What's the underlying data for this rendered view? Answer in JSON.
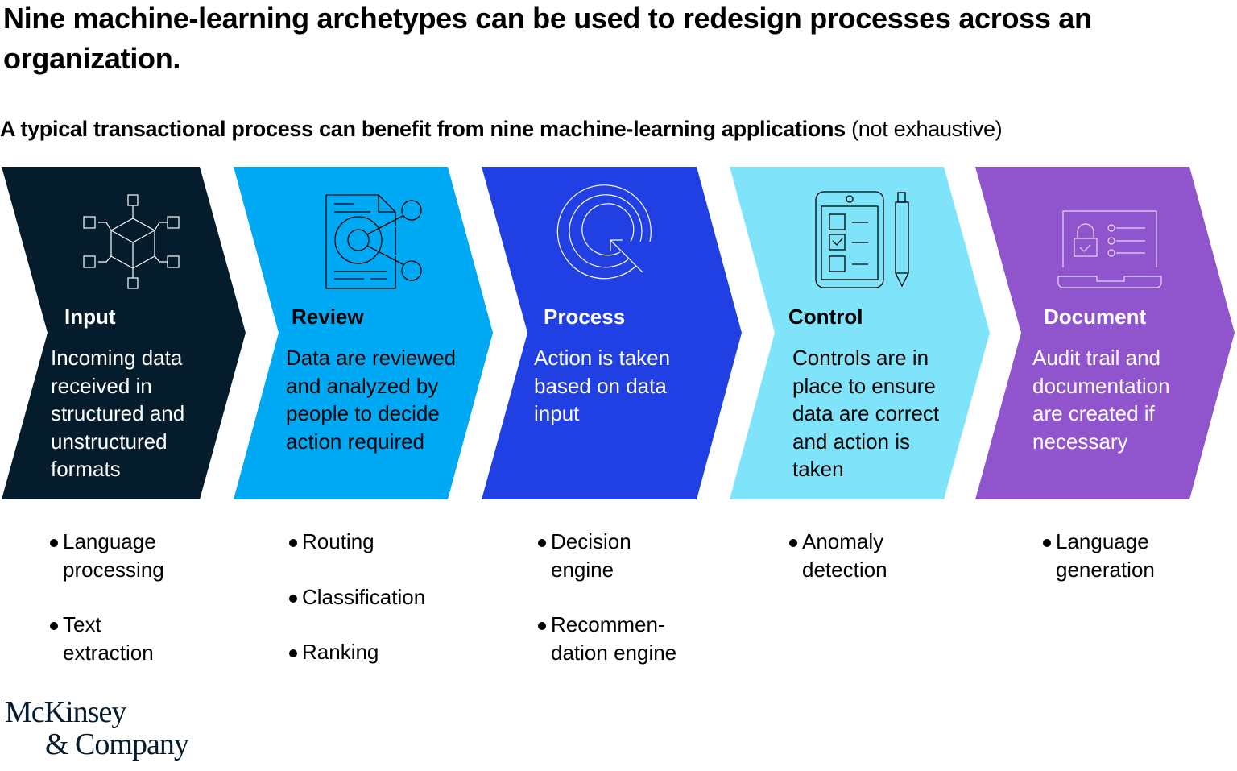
{
  "header": {
    "title": "Nine machine-learning archetypes can be used to redesign processes across an organization.",
    "subtitle_bold": "A typical transactional process can benefit from nine machine-learning applications",
    "subtitle_note": "(not exhaustive)"
  },
  "stages": [
    {
      "title": "Input",
      "description": "Incoming data received in structured and unstructured formats",
      "color": "#051c2c",
      "text_color": "#ffffff",
      "icon": "data-cube-network-icon",
      "applications": [
        "Language processing",
        "Text extraction"
      ]
    },
    {
      "title": "Review",
      "description": "Data are reviewed and analyzed by people to decide action required",
      "color": "#00a9f4",
      "text_color": "#000000",
      "icon": "document-analysis-icon",
      "applications": [
        "Routing",
        "Classification",
        "Ranking"
      ]
    },
    {
      "title": "Process",
      "description": "Action is taken based on data input",
      "color": "#2140e3",
      "text_color": "#ffffff",
      "icon": "target-arrow-icon",
      "applications": [
        "Decision engine",
        "Recommen-dation engine"
      ]
    },
    {
      "title": "Control",
      "description": "Controls are in place to ensure data are correct and action is taken",
      "color": "#7fe4fa",
      "text_color": "#000000",
      "icon": "checklist-tablet-pen-icon",
      "applications": [
        "Anomaly detection"
      ]
    },
    {
      "title": "Document",
      "description": "Audit trail and documentation are created if necessary",
      "color": "#9055cc",
      "text_color": "#ffffff",
      "icon": "laptop-lock-list-icon",
      "applications": [
        "Language generation"
      ]
    }
  ],
  "footer": {
    "logo_line1": "McKinsey",
    "logo_line2": "& Company"
  }
}
